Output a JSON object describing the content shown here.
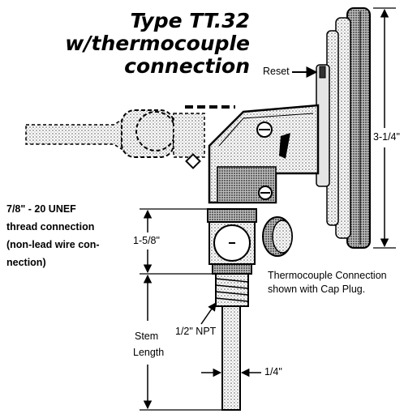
{
  "title": {
    "line1": "Type TT.32",
    "line2": "w/thermocouple",
    "line3": "connection"
  },
  "labels": {
    "reset": "Reset",
    "dial_height": "3-1/4\"",
    "thread_line1": "7/8\" - 20 UNEF",
    "thread_line2": "thread connection",
    "thread_line3": "(non-lead wire con-",
    "thread_line4": "nection)",
    "fitting_height": "1-5/8\"",
    "thermocouple_line1": "Thermocouple Connection",
    "thermocouple_line2": "shown with Cap Plug.",
    "npt": "1/2\" NPT",
    "stem_line1": "Stem",
    "stem_line2": "Length",
    "stem_dia": "1/4\""
  }
}
